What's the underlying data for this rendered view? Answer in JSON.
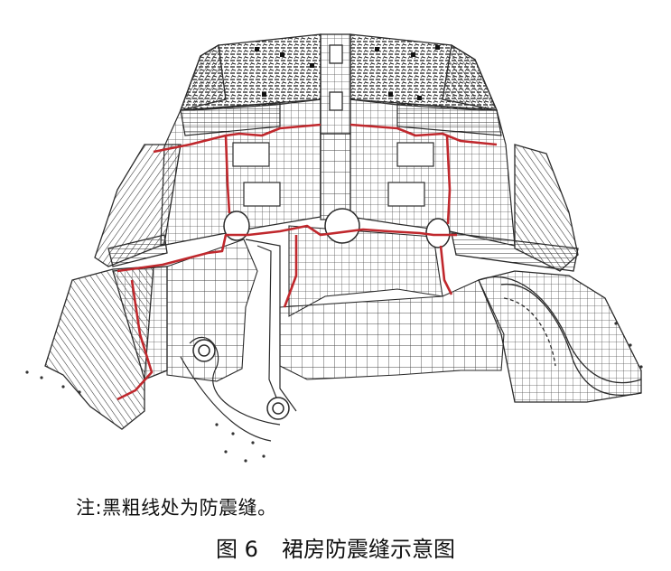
{
  "figure": {
    "note": "注:黑粗线处为防震缝。",
    "number": "图 6",
    "title": "裙房防震缝示意图"
  },
  "colors": {
    "line": "#2a2a2a",
    "joint": "#c0282d",
    "background": "#ffffff"
  }
}
